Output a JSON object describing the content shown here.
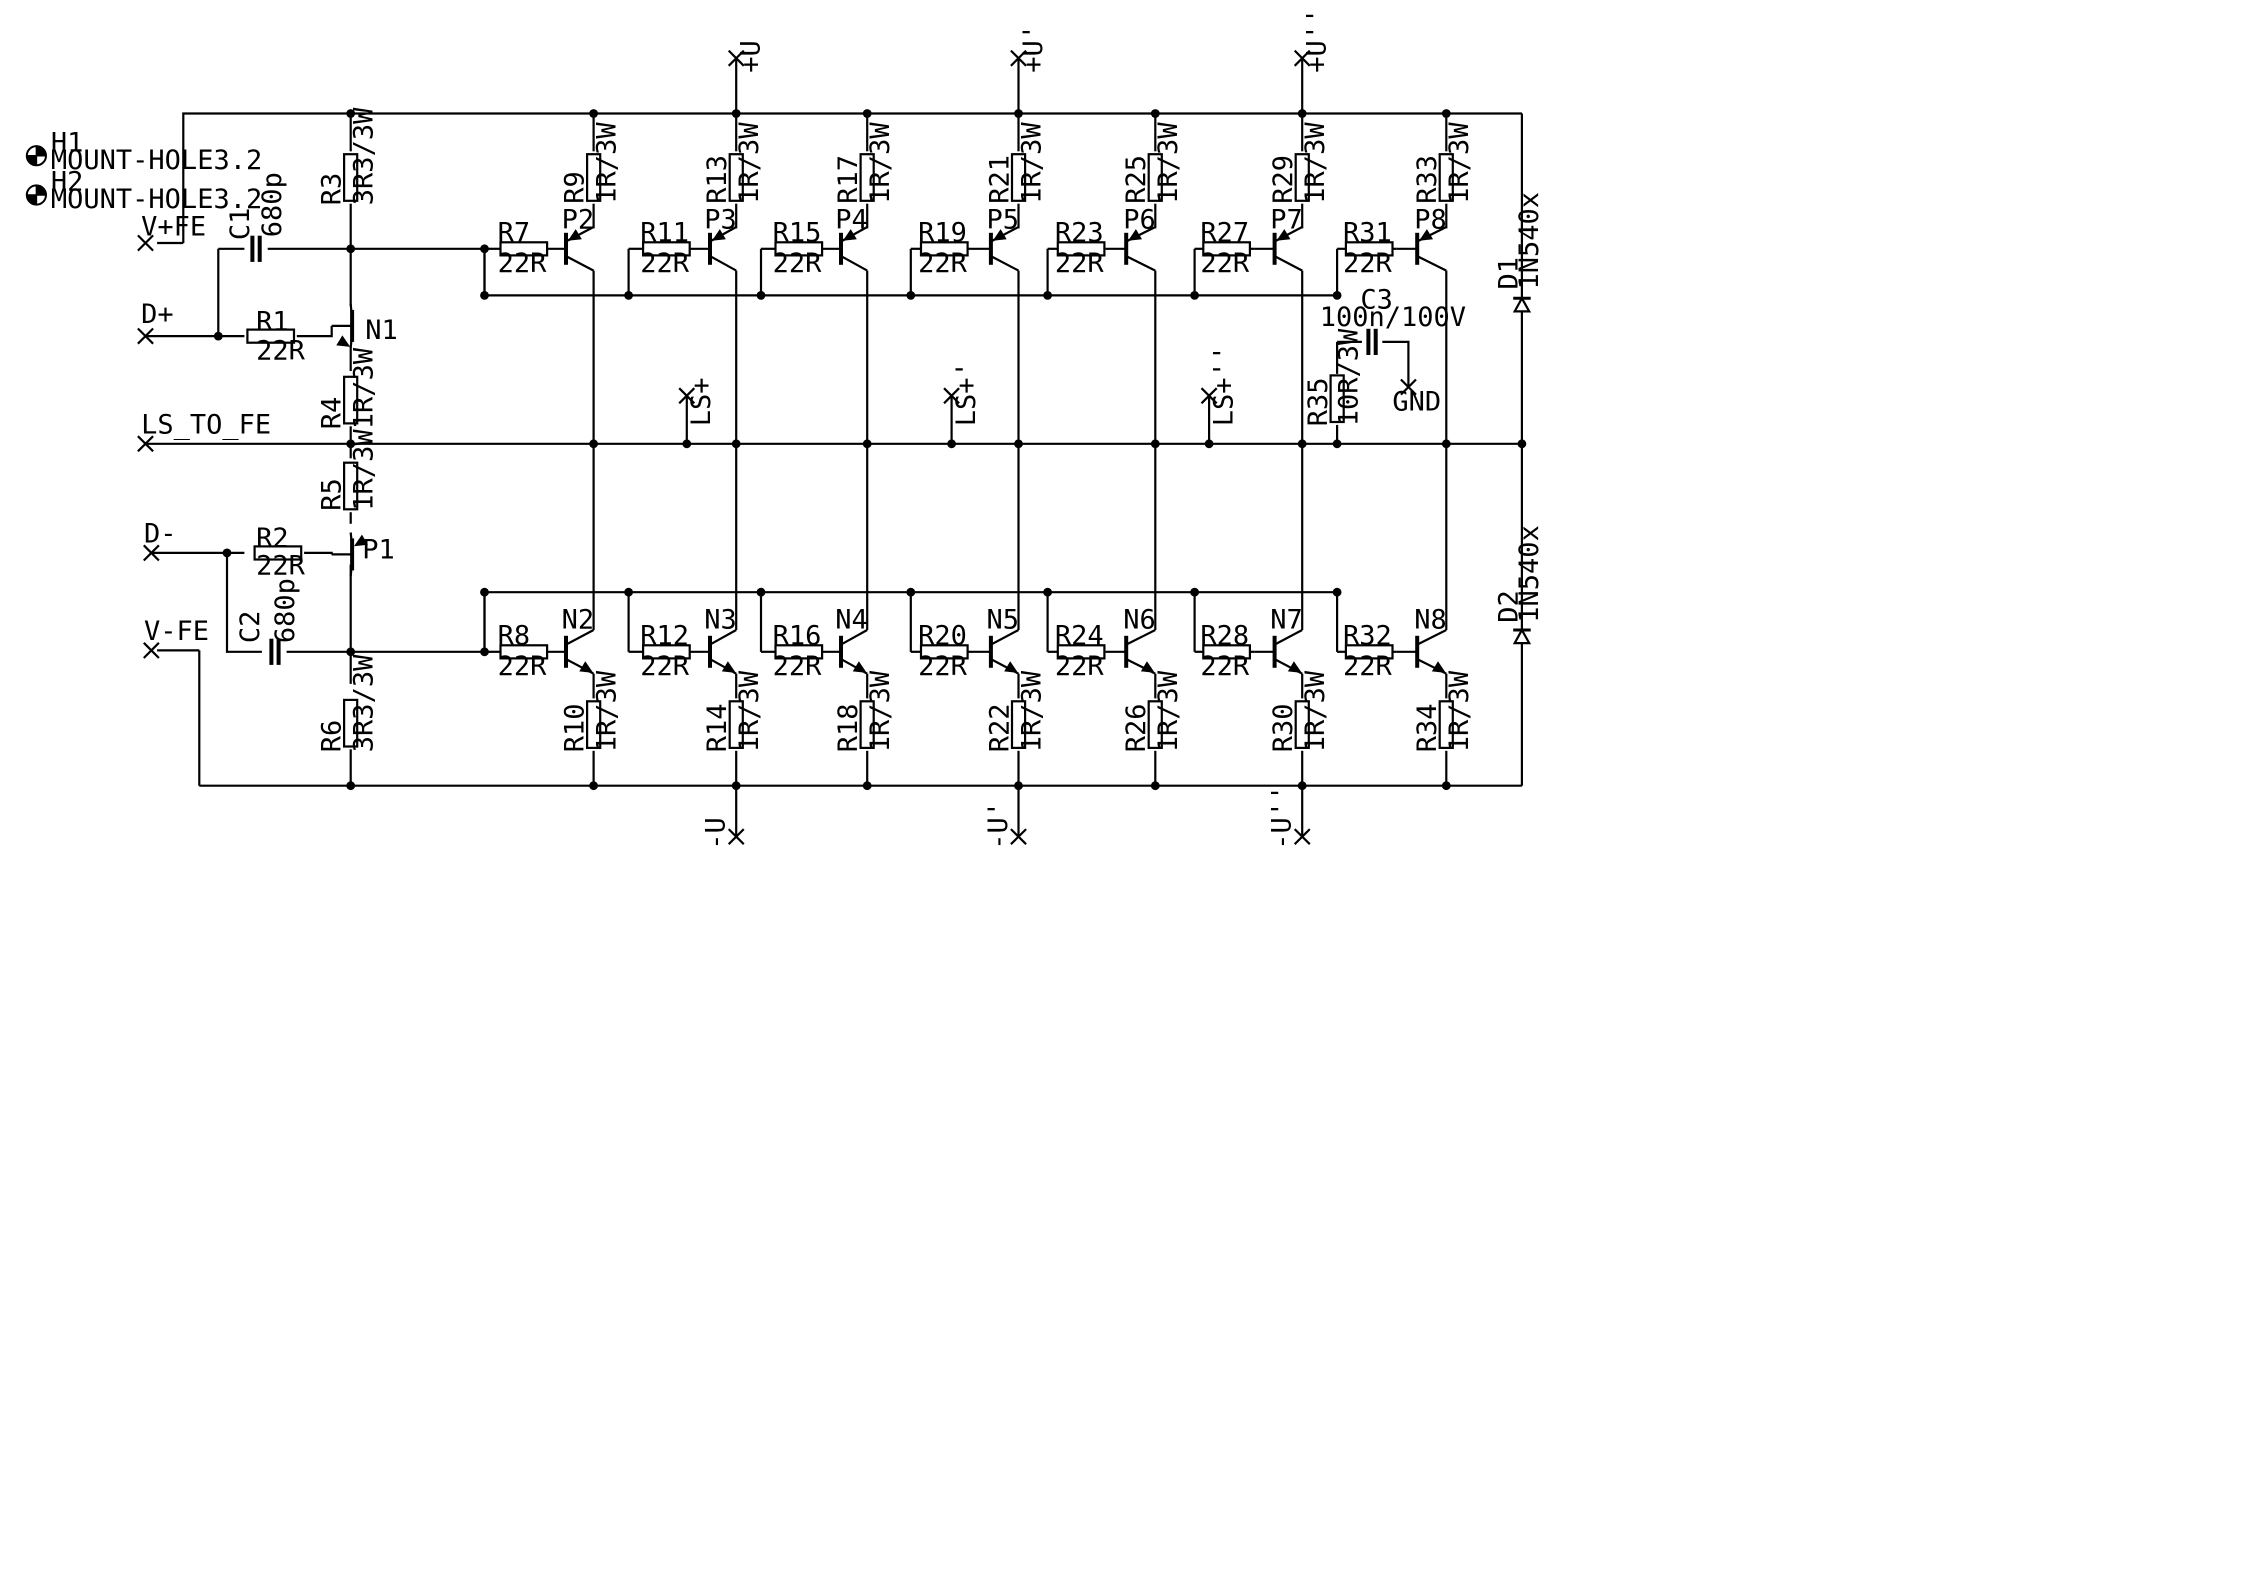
{
  "mount_holes": [
    {
      "ref": "H1",
      "value": "MOUNT-HOLE3.2"
    },
    {
      "ref": "H2",
      "value": "MOUNT-HOLE3.2"
    }
  ],
  "ports": {
    "vfe_pos": "V+FE",
    "d_pos": "D+",
    "ls_to_fe": "LS_TO_FE",
    "d_neg": "D-",
    "vfe_neg": "V-FE"
  },
  "driver": {
    "c1": {
      "ref": "C1",
      "value": "680p"
    },
    "c2": {
      "ref": "C2",
      "value": "680p"
    },
    "r1": {
      "ref": "R1",
      "value": "22R"
    },
    "r2": {
      "ref": "R2",
      "value": "22R"
    },
    "r3": {
      "ref": "R3",
      "value": "3R3/3W"
    },
    "r4": {
      "ref": "R4",
      "value": "1R/3W"
    },
    "r5": {
      "ref": "R5",
      "value": "1R/3W"
    },
    "r6": {
      "ref": "R6",
      "value": "3R3/3W"
    },
    "n1": "N1",
    "p1": "P1"
  },
  "stages": [
    {
      "p": "P2",
      "rb_top": "R7",
      "re_top": "R9",
      "n": "N2",
      "rb_bot": "R8",
      "re_bot": "R10",
      "rb_val": "22R",
      "re_val": "1R/3W"
    },
    {
      "p": "P3",
      "rb_top": "R11",
      "re_top": "R13",
      "n": "N3",
      "rb_bot": "R12",
      "re_bot": "R14",
      "rb_val": "22R",
      "re_val": "1R/3W"
    },
    {
      "p": "P4",
      "rb_top": "R15",
      "re_top": "R17",
      "n": "N4",
      "rb_bot": "R16",
      "re_bot": "R18",
      "rb_val": "22R",
      "re_val": "1R/3W"
    },
    {
      "p": "P5",
      "rb_top": "R19",
      "re_top": "R21",
      "n": "N5",
      "rb_bot": "R20",
      "re_bot": "R22",
      "rb_val": "22R",
      "re_val": "1R/3W"
    },
    {
      "p": "P6",
      "rb_top": "R23",
      "re_top": "R25",
      "n": "N6",
      "rb_bot": "R24",
      "re_bot": "R26",
      "rb_val": "22R",
      "re_val": "1R/3W"
    },
    {
      "p": "P7",
      "rb_top": "R27",
      "re_top": "R29",
      "n": "N7",
      "rb_bot": "R28",
      "re_bot": "R30",
      "rb_val": "22R",
      "re_val": "1R/3W"
    },
    {
      "p": "P8",
      "rb_top": "R31",
      "re_top": "R33",
      "n": "N8",
      "rb_bot": "R32",
      "re_bot": "R34",
      "rb_val": "22R",
      "re_val": "1R/3W"
    }
  ],
  "supply_pos": [
    "+U",
    "+U'",
    "+U''"
  ],
  "supply_neg": [
    "-U",
    "-U'",
    "-U''"
  ],
  "ls_outputs": [
    "LS+",
    "LS+'",
    "LS+''"
  ],
  "zobel": {
    "c3": {
      "ref": "C3",
      "value": "100n/100V"
    },
    "r35": {
      "ref": "R35",
      "value": "10R/3W"
    },
    "gnd": "GND"
  },
  "diodes": [
    {
      "ref": "D1",
      "value": "1N540x"
    },
    {
      "ref": "D2",
      "value": "1N540x"
    }
  ]
}
